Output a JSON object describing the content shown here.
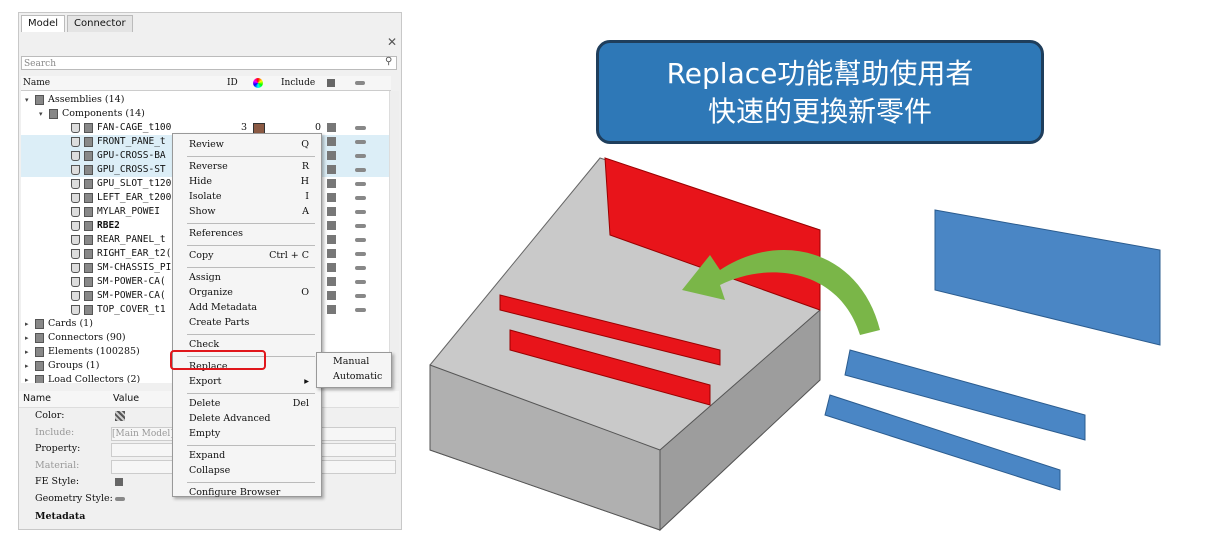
{
  "tabs": [
    "Model",
    "Connector"
  ],
  "search": {
    "placeholder": "Search"
  },
  "columns": [
    "Name",
    "ID",
    "Include"
  ],
  "tree": [
    {
      "label": "Assemblies  (14)",
      "level": 0,
      "bold": false
    },
    {
      "label": "Components  (14)",
      "level": 1
    },
    {
      "label": "FAN-CAGE_t100",
      "level": 2,
      "id": "3",
      "include": "0",
      "color": "#8b5a44"
    },
    {
      "label": "FRONT_PANE_t",
      "level": 2,
      "selected": true
    },
    {
      "label": "GPU-CROSS-BA",
      "level": 2,
      "selected": true
    },
    {
      "label": "GPU_CROSS-ST",
      "level": 2,
      "selected": true
    },
    {
      "label": "GPU_SLOT_t120",
      "level": 2
    },
    {
      "label": "LEFT_EAR_t200",
      "level": 2
    },
    {
      "label": "MYLAR_POWEI",
      "level": 2
    },
    {
      "label": "RBE2",
      "level": 2,
      "bold": true
    },
    {
      "label": "REAR_PANEL_t",
      "level": 2
    },
    {
      "label": "RIGHT_EAR_t2(",
      "level": 2
    },
    {
      "label": "SM-CHASSIS_PI",
      "level": 2
    },
    {
      "label": "SM-POWER-CA(",
      "level": 2
    },
    {
      "label": "SM-POWER-CA(",
      "level": 2
    },
    {
      "label": "TOP_COVER_t1",
      "level": 2
    },
    {
      "label": "Cards  (1)",
      "level": 0
    },
    {
      "label": "Connectors  (90)",
      "level": 0
    },
    {
      "label": "Elements  (100285)",
      "level": 0
    },
    {
      "label": "Groups  (1)",
      "level": 0
    },
    {
      "label": "Load Collectors  (2)",
      "level": 0
    }
  ],
  "properties": {
    "headers": [
      "Name",
      "Value"
    ],
    "rows": [
      {
        "label": "Color:",
        "value": ""
      },
      {
        "label": "Include:",
        "value": "[Main Model]",
        "muted": true
      },
      {
        "label": "Property:",
        "value": ""
      },
      {
        "label": "Material:",
        "value": "",
        "muted": true
      },
      {
        "label": "FE Style:",
        "value": ""
      },
      {
        "label": "Geometry Style:",
        "value": ""
      }
    ],
    "section": "Metadata"
  },
  "menu": [
    {
      "label": "Review",
      "sc": "Q"
    },
    {
      "sep": true
    },
    {
      "label": "Reverse",
      "sc": "R"
    },
    {
      "label": "Hide",
      "sc": "H"
    },
    {
      "label": "Isolate",
      "sc": "I"
    },
    {
      "label": "Show",
      "sc": "A"
    },
    {
      "sep": true
    },
    {
      "label": "References",
      "sc": ""
    },
    {
      "sep": true
    },
    {
      "label": "Copy",
      "sc": "Ctrl + C"
    },
    {
      "sep": true
    },
    {
      "label": "Assign",
      "sc": ""
    },
    {
      "label": "Organize",
      "sc": "O"
    },
    {
      "label": "Add Metadata",
      "sc": ""
    },
    {
      "label": "Create Parts",
      "sc": ""
    },
    {
      "sep": true
    },
    {
      "label": "Check",
      "sc": ""
    },
    {
      "sep": true
    },
    {
      "label": "Replace",
      "sc": ""
    },
    {
      "label": "Export",
      "sc": "▸"
    },
    {
      "sep": true
    },
    {
      "label": "Delete",
      "sc": "Del"
    },
    {
      "label": "Delete Advanced",
      "sc": ""
    },
    {
      "label": "Empty",
      "sc": ""
    },
    {
      "sep": true
    },
    {
      "label": "Expand",
      "sc": ""
    },
    {
      "label": "Collapse",
      "sc": ""
    },
    {
      "sep": true
    },
    {
      "label": "Configure Browser",
      "sc": ""
    }
  ],
  "submenu": [
    "Manual",
    "Automatic"
  ],
  "callout": {
    "line1": "Replace功能幫助使用者",
    "line2": "快速的更換新零件"
  },
  "colors": {
    "callout": "#2e78b7",
    "highlight": "#e0161b",
    "part_red": "#e8141a",
    "part_blue": "#4a86c5",
    "arrow": "#7ab648"
  }
}
